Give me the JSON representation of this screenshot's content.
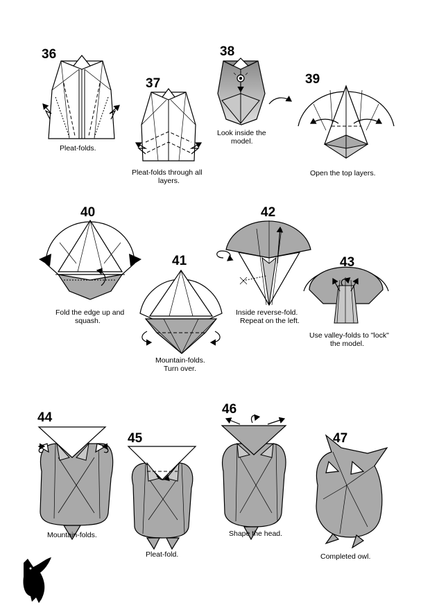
{
  "steps": [
    {
      "num": "36",
      "caption": "Pleat-folds."
    },
    {
      "num": "37",
      "caption_lines": [
        "Pleat-folds through all",
        "layers."
      ]
    },
    {
      "num": "38",
      "caption_lines": [
        "Look inside the",
        "model."
      ]
    },
    {
      "num": "39",
      "caption": "Open the top layers."
    },
    {
      "num": "40",
      "caption_lines": [
        "Fold the edge up and",
        "squash."
      ]
    },
    {
      "num": "41",
      "caption_lines": [
        "Mountain-folds.",
        "Turn over."
      ]
    },
    {
      "num": "42",
      "caption_lines": [
        "Inside reverse-fold.",
        "Repeat on the left."
      ]
    },
    {
      "num": "43",
      "caption_lines": [
        "Use valley-folds to \"lock\"",
        "the model."
      ]
    },
    {
      "num": "44",
      "caption": "Mountain-folds."
    },
    {
      "num": "45",
      "caption": "Pleat-fold."
    },
    {
      "num": "46",
      "caption": "Shape the head."
    },
    {
      "num": "47",
      "caption": "Completed owl."
    }
  ],
  "colors": {
    "paper_front": "#ffffff",
    "paper_back": "#a9a9a9",
    "ink": "#000000"
  },
  "icons": {
    "logo": "owl-silhouette-icon",
    "view": "eye-icon",
    "turn": "turn-over-icon"
  }
}
